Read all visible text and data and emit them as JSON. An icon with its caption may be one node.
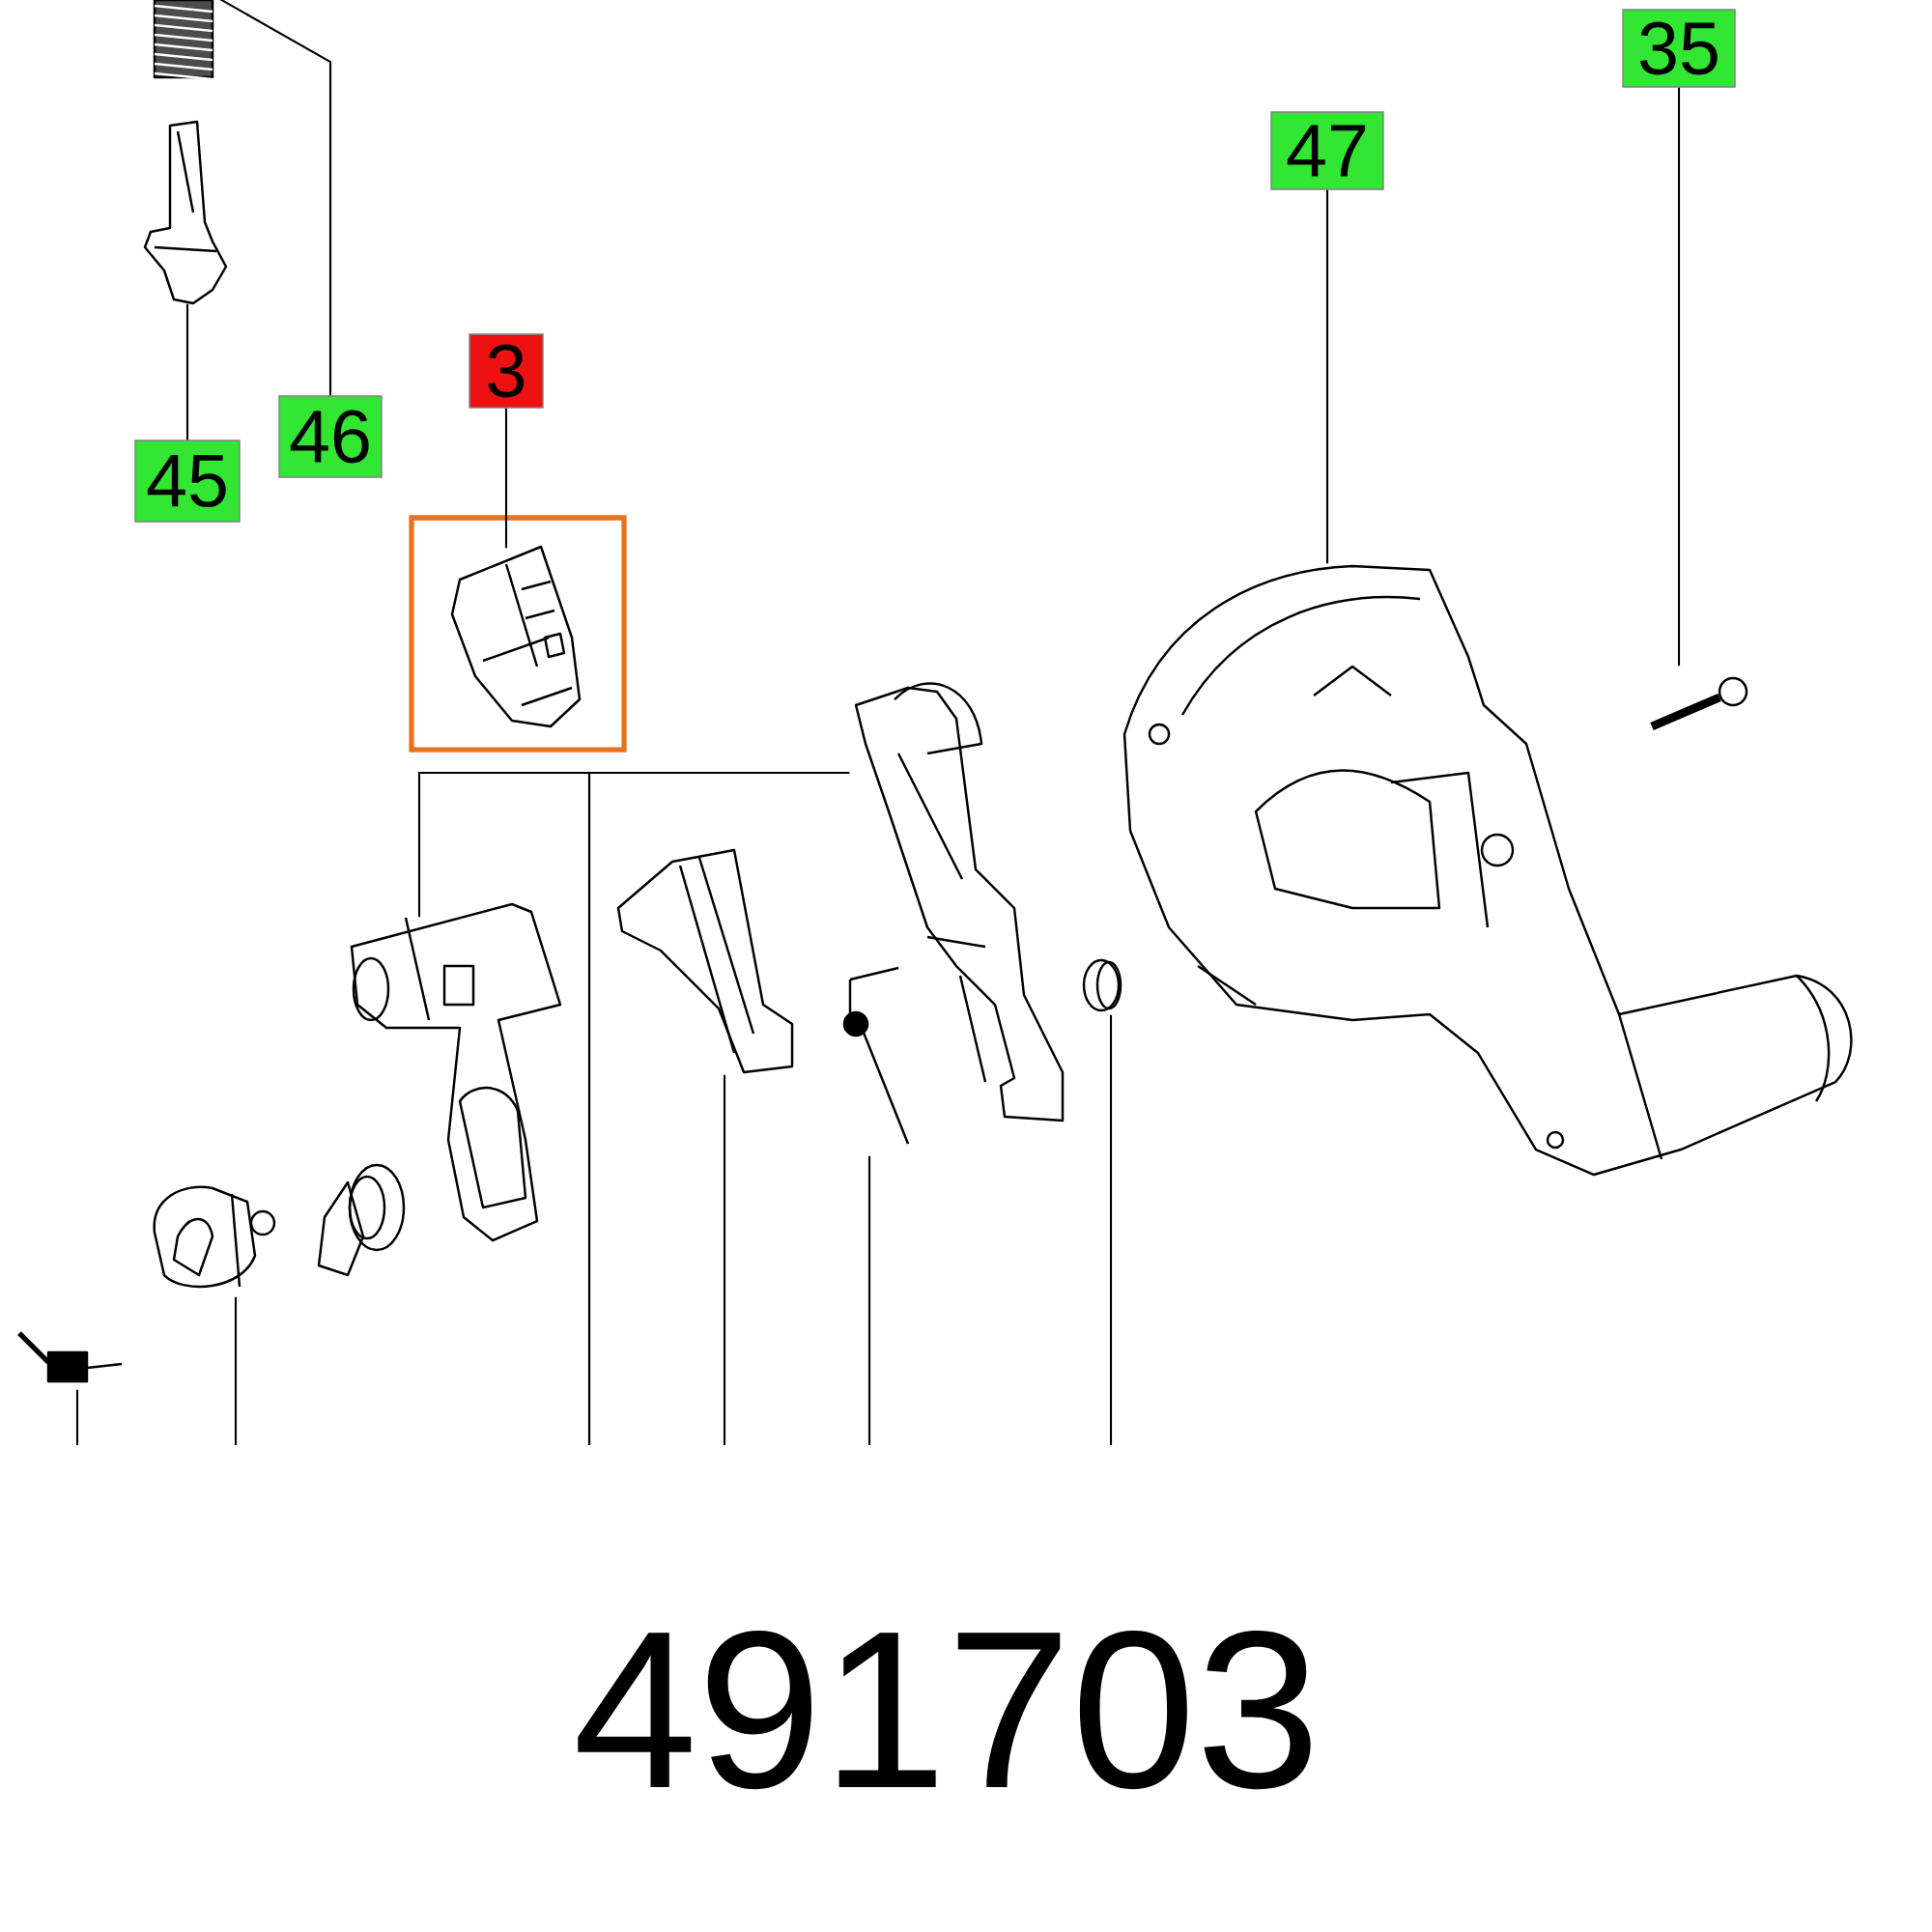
{
  "diagram": {
    "nodes": [
      {
        "text": [
          "3"
        ]
      },
      {
        "text": [
          "35"
        ]
      },
      {
        "text": [
          "47"
        ]
      },
      {
        "text": [
          "45"
        ]
      },
      {
        "text": [
          "46"
        ]
      },
      {
        "text": [],
        "shape": "box"
      },
      {
        "text": [],
        "shape": "picture",
        "in": 5
      },
      {
        "text": [],
        "shape": "picture"
      },
      {
        "text": [],
        "shape": "picture"
      },
      {
        "text": [],
        "shape": "picture"
      },
      {
        "text": [],
        "shape": "picture"
      },
      {
        "text": [],
        "shape": "picture"
      },
      {
        "text": [],
        "shape": "picture"
      },
      {
        "text": [],
        "shape": "picture"
      },
      {
        "text": [],
        "shape": "picture"
      },
      {
        "text": [],
        "shape": "picture"
      },
      {
        "text": [],
        "shape": "picture"
      },
      {
        "text": [],
        "shape": "picture"
      }
    ],
    "edges": [
      {
        "from": 4,
        "to": 7,
        "arrow": "none"
      },
      {
        "from": 3,
        "to": 8,
        "arrow": "none"
      },
      {
        "from": 0,
        "to": 6,
        "arrow": "none"
      },
      {
        "from": 2,
        "to": 10,
        "arrow": "none"
      },
      {
        "from": 1,
        "to": 9,
        "arrow": "none"
      },
      {
        "from": null,
        "to": 11,
        "arrow": "none"
      },
      {
        "from": null,
        "to": 12,
        "arrow": "none"
      },
      {
        "from": null,
        "to": 13,
        "arrow": "none"
      },
      {
        "from": null,
        "to": 14,
        "arrow": "none"
      },
      {
        "from": null,
        "to": 15,
        "arrow": "none"
      },
      {
        "from": null,
        "to": 16,
        "arrow": "none"
      },
      {
        "from": null,
        "to": 17,
        "arrow": "none"
      }
    ],
    "labels": [
      "491703"
    ]
  }
}
